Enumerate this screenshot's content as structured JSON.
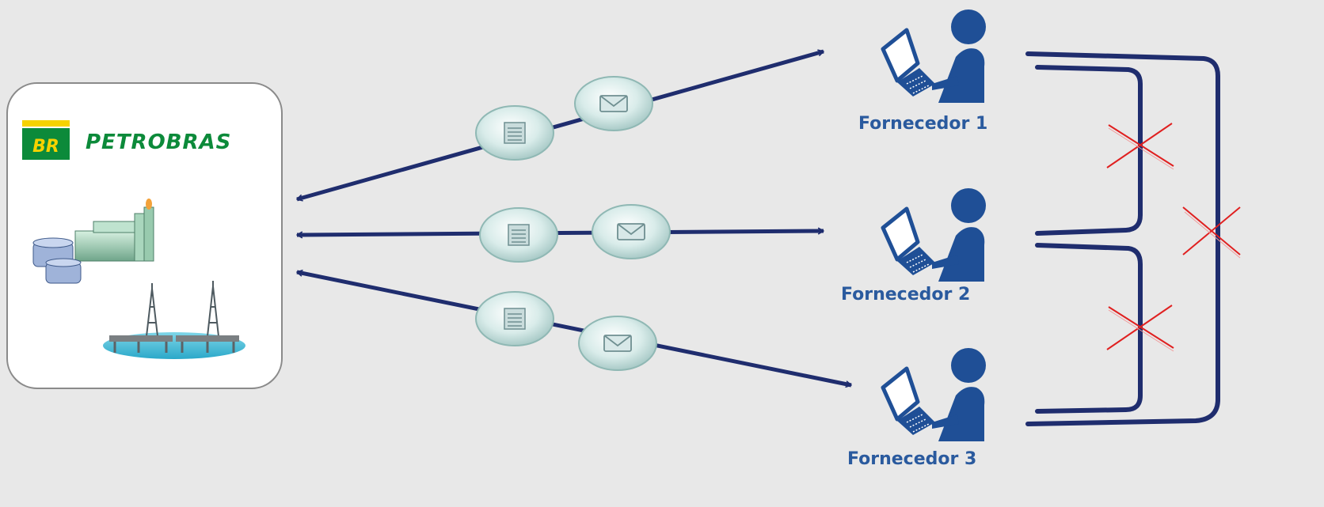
{
  "company": {
    "logo_text": "PETROBRAS",
    "logo_mark": "BR"
  },
  "suppliers": [
    {
      "label": "Fornecedor 1"
    },
    {
      "label": "Fornecedor 2"
    },
    {
      "label": "Fornecedor 3"
    }
  ],
  "icons": {
    "message": "envelope-icon",
    "document": "document-icon",
    "supplier": "person-laptop-icon",
    "blocked": "cross-icon"
  },
  "colors": {
    "arrow": "#1f2d6e",
    "bracket": "#1f2d6e",
    "supplier_icon": "#1f4f96",
    "label": "#2a5a9e",
    "cross": "#e02020",
    "petrobras_green": "#0c8a3a",
    "petrobras_yellow": "#f6d200",
    "background": "#e8e8e8"
  }
}
